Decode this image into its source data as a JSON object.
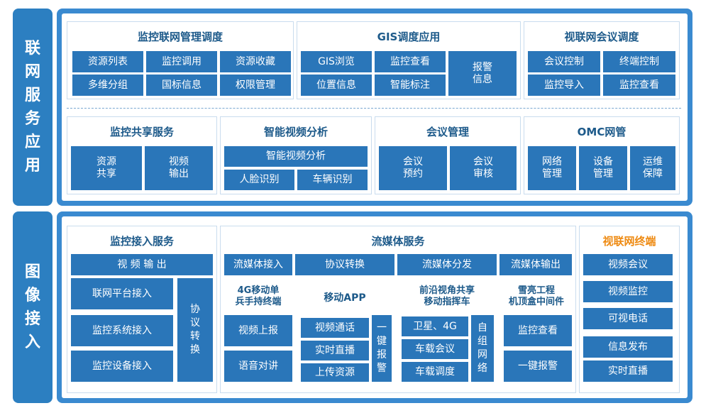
{
  "side": {
    "top": "联网服务应用",
    "bottom": "图像接入"
  },
  "top": {
    "monitor_net": {
      "title": "监控联网管理调度",
      "items": [
        "资源列表",
        "监控调用",
        "资源收藏",
        "多维分组",
        "国标信息",
        "权限管理"
      ]
    },
    "gis": {
      "title": "GIS调度应用",
      "items": [
        "GIS浏览",
        "监控查看",
        "位置信息",
        "智能标注"
      ],
      "alarm": "报警\n信息"
    },
    "vconf": {
      "title": "视联网会议调度",
      "items": [
        "会议控制",
        "终端控制",
        "监控导入",
        "监控查看"
      ]
    },
    "share": {
      "title": "监控共享服务",
      "items": [
        "资源\n共享",
        "视频\n输出"
      ]
    },
    "ai": {
      "title": "智能视频分析",
      "bar": "智能视频分析",
      "items": [
        "人脸识别",
        "车辆识别"
      ]
    },
    "meeting": {
      "title": "会议管理",
      "items": [
        "会议\n预约",
        "会议\n审核"
      ]
    },
    "omc": {
      "title": "OMC网管",
      "items": [
        "网络\n管理",
        "设备\n管理",
        "运维\n保障"
      ]
    }
  },
  "bottom": {
    "access": {
      "title": "监控接入服务",
      "bar": "视 频 输 出",
      "items": [
        "联网平台接入",
        "监控系统接入",
        "监控设备接入"
      ],
      "proto": "协议转换"
    },
    "stream": {
      "title": "流媒体服务",
      "bar": [
        "流媒体接入",
        "协议转换",
        "流媒体分发",
        "流媒体输出"
      ],
      "g4": {
        "title": "4G移动单\n兵手持终端",
        "items": [
          "视频上报",
          "语音对讲"
        ]
      },
      "app": {
        "title": "移动APP",
        "items": [
          "视频通话",
          "实时直播",
          "上传资源"
        ],
        "side": "一键报警"
      },
      "front": {
        "title": "前沿视角共享\n移动指挥车",
        "items": [
          "卫星、4G",
          "车载会议",
          "车载调度"
        ],
        "side": "自组网络"
      },
      "snow": {
        "title": "雪亮工程\n机顶盒中间件",
        "items": [
          "监控查看",
          "一键报警"
        ]
      }
    },
    "terminal": {
      "title": "视联网终端",
      "items": [
        "视频会议",
        "视频监控",
        "可视电话",
        "信息发布",
        "实时直播"
      ]
    }
  },
  "colors": {
    "panel": "#3a8ad0",
    "tile": "#2a76b9",
    "title": "#1d5a8a",
    "accent": "#ee8a12"
  }
}
